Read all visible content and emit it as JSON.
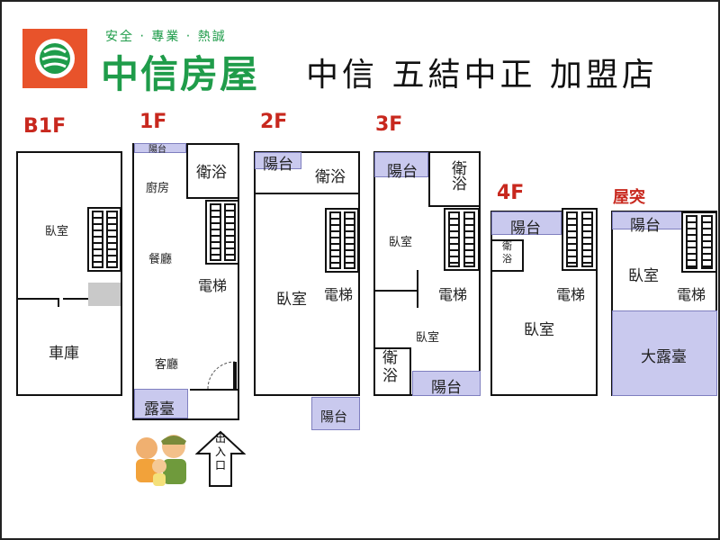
{
  "brand": {
    "slogan": "安全 ‧ 專業 ‧ 熱誠",
    "name": "中信房屋",
    "colors": {
      "green": "#1f9c4a",
      "orange": "#e8532b"
    }
  },
  "shop_name": "中信  五結中正  加盟店",
  "floors": {
    "b1f": {
      "title": "B1F",
      "bedroom": "臥室",
      "garage": "車庫"
    },
    "f1": {
      "title": "1F",
      "balcony": "陽台",
      "kitchen": "廚房",
      "bath": "衛浴",
      "dining": "餐廳",
      "living": "客廳",
      "elevator": "電梯",
      "terrace": "露臺"
    },
    "f2": {
      "title": "2F",
      "balcony": "陽台",
      "bath": "衛浴",
      "bedroom": "臥室",
      "elevator": "電梯",
      "balcony_bottom": "陽台"
    },
    "f3": {
      "title": "3F",
      "balcony": "陽台",
      "bath_top": "衛浴",
      "bedroom_top": "臥室",
      "elevator": "電梯",
      "bedroom_bottom": "臥室",
      "bath_bottom": "衛浴",
      "balcony_bottom": "陽台"
    },
    "f4": {
      "title": "4F",
      "balcony": "陽台",
      "bath": "衛浴",
      "elevator": "電梯",
      "bedroom": "臥室"
    },
    "roof": {
      "title": "屋突",
      "balcony": "陽台",
      "bedroom": "臥室",
      "elevator": "電梯",
      "big_terrace": "大露臺"
    }
  },
  "entrance": "出入口"
}
